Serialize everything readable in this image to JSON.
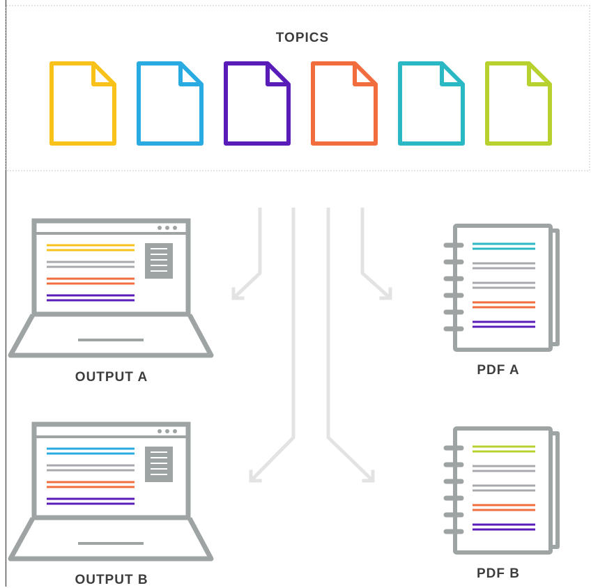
{
  "topics": {
    "title": "TOPICS",
    "documents": [
      {
        "name": "topic-1",
        "color": "#F9C21A"
      },
      {
        "name": "topic-2",
        "color": "#29ABE2"
      },
      {
        "name": "topic-3",
        "color": "#5A1CB8"
      },
      {
        "name": "topic-4",
        "color": "#F26D3D"
      },
      {
        "name": "topic-5",
        "color": "#29B8C4"
      },
      {
        "name": "topic-6",
        "color": "#B9D12E"
      }
    ]
  },
  "outputs": [
    {
      "label": "OUTPUT A",
      "line_colors": [
        "#F9C21A",
        "#A7A9AC",
        "#F26D3D",
        "#5A1CB8"
      ]
    },
    {
      "label": "OUTPUT B",
      "line_colors": [
        "#29ABE2",
        "#A7A9AC",
        "#F26D3D",
        "#5A1CB8"
      ]
    }
  ],
  "pdfs": [
    {
      "label": "PDF A",
      "line_colors": [
        "#29B8C4",
        "#A7A9AC",
        "#A7A9AC",
        "#F26D3D",
        "#5A1CB8"
      ]
    },
    {
      "label": "PDF B",
      "line_colors": [
        "#B9D12E",
        "#A7A9AC",
        "#A7A9AC",
        "#F26D3D",
        "#5A1CB8"
      ]
    }
  ],
  "colors": {
    "device_gray": "#9EA3A4",
    "arrow_gray": "#E3E3E3",
    "label_text": "#3D3D3D"
  }
}
